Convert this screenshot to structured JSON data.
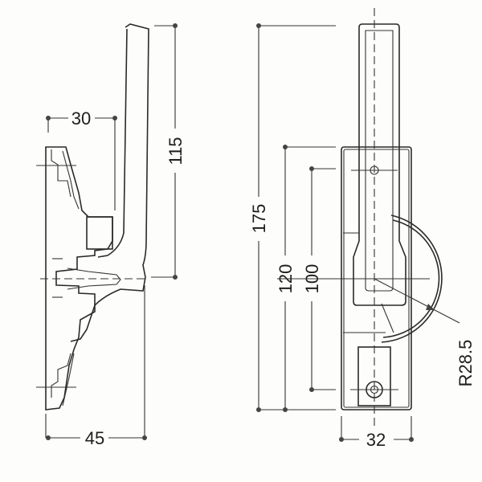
{
  "drawing": {
    "side_view": {
      "dimensions": {
        "depth_handle": "30",
        "handle_height": "115",
        "total_depth": "45"
      }
    },
    "front_view": {
      "dimensions": {
        "overall_height": "175",
        "plate_height": "120",
        "hole_spacing": "100",
        "plate_width": "32",
        "arc_radius": "R28.5"
      }
    }
  }
}
